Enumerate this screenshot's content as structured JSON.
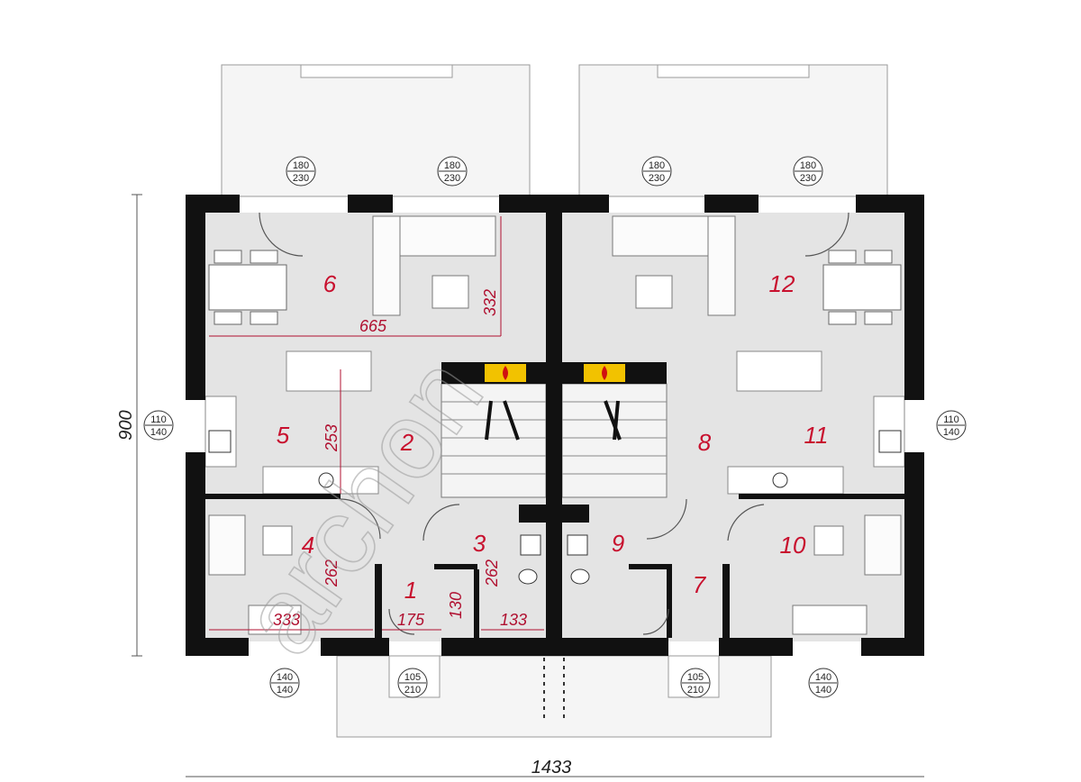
{
  "rooms": [
    {
      "label": "1"
    },
    {
      "label": "2"
    },
    {
      "label": "3"
    },
    {
      "label": "4"
    },
    {
      "label": "5"
    },
    {
      "label": "6"
    },
    {
      "label": "7"
    },
    {
      "label": "8"
    },
    {
      "label": "9"
    },
    {
      "label": "10"
    },
    {
      "label": "11"
    },
    {
      "label": "12"
    }
  ],
  "dimensions": {
    "overall_width": "1433",
    "overall_depth": "900",
    "living_width": "665",
    "living_depth": "332",
    "kitchen_depth": "253",
    "room4_depth": "262",
    "room3_depth": "262",
    "room4_width": "333",
    "hall_width": "175",
    "small_width": "130",
    "bath_width": "133"
  },
  "openings": {
    "terrace_left": [
      "180",
      "230"
    ],
    "terrace_mid_left": [
      "180",
      "230"
    ],
    "terrace_mid_right": [
      "180",
      "230"
    ],
    "terrace_right": [
      "180",
      "230"
    ],
    "side_left": [
      "110",
      "140"
    ],
    "side_right": [
      "110",
      "140"
    ],
    "front_window_left": [
      "140",
      "140"
    ],
    "front_door_left": [
      "105",
      "210"
    ],
    "front_door_right": [
      "105",
      "210"
    ],
    "front_window_right": [
      "140",
      "140"
    ]
  },
  "watermark": "archon",
  "colors": {
    "wall": "#111111",
    "floor": "#e4e4e4",
    "terrace": "#f5f5f5",
    "room_number": "#c8102e",
    "dimension": "#b01030",
    "fire": "#f2c200"
  },
  "icons": [
    "fireplace-icon",
    "stove-icon",
    "sink-icon",
    "toilet-icon",
    "dining-table-icon",
    "sofa-icon"
  ]
}
